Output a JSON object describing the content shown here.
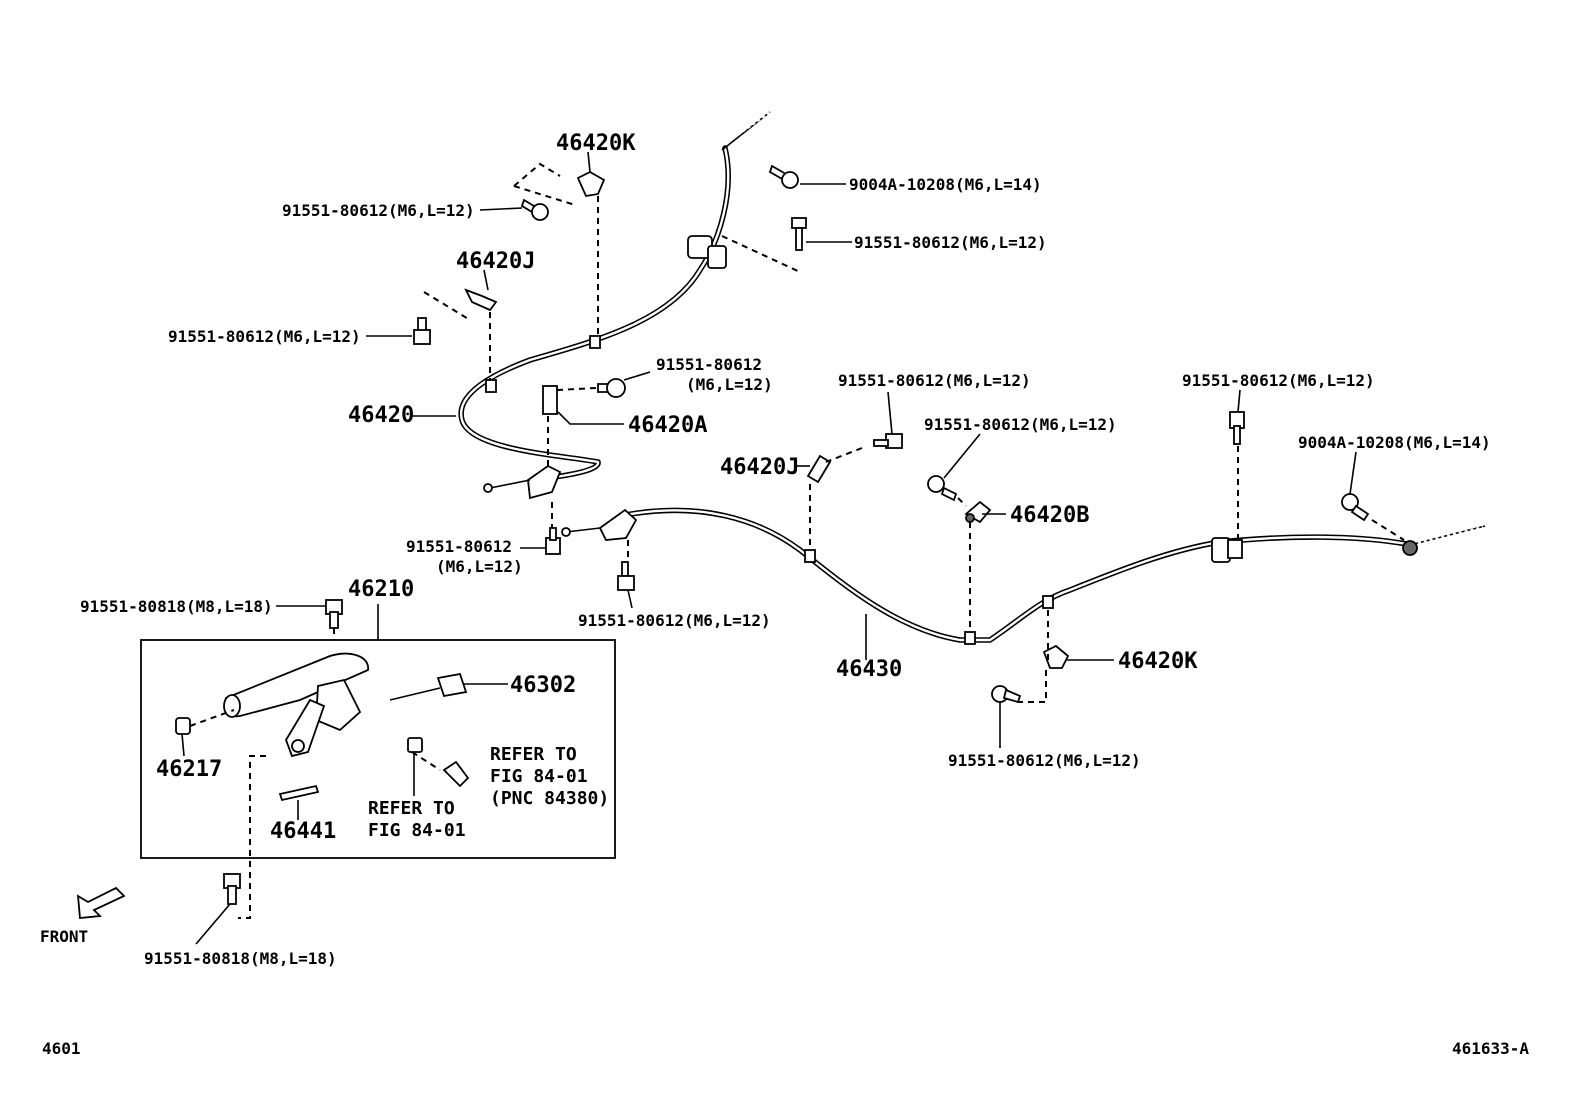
{
  "labels": {
    "p46420K_top": "46420K",
    "p9004A_top": "9004A-10208(M6,L=14)",
    "p91551_topleft": "91551-80612(M6,L=12)",
    "p91551_topright": "91551-80612(M6,L=12)",
    "p46420J_top": "46420J",
    "p91551_left": "91551-80612(M6,L=12)",
    "p91551_mid_line1": "91551-80612",
    "p91551_mid_line2": "(M6,L=12)",
    "p46420": "46420",
    "p46420A": "46420A",
    "p91551_center": "91551-80612(M6,L=12)",
    "p91551_center2": "91551-80612(M6,L=12)",
    "p46420J_mid": "46420J",
    "p46420B": "46420B",
    "p91551_right": "91551-80612(M6,L=12)",
    "p9004A_right": "9004A-10208(M6,L=14)",
    "p91551_low_line1": "91551-80612",
    "p91551_low_line2": "(M6,L=12)",
    "p91551_low2": "91551-80612(M6,L=12)",
    "p91551_80818_top": "91551-80818(M8,L=18)",
    "p46210": "46210",
    "p46302": "46302",
    "p46217": "46217",
    "p46441": "46441",
    "refer1_line1": "REFER TO",
    "refer1_line2": "FIG 84-01",
    "refer2_line1": "REFER TO",
    "refer2_line2": "FIG 84-01",
    "refer2_line3": "(PNC 84380)",
    "p46430": "46430",
    "p46420K_right": "46420K",
    "p91551_bottomright": "91551-80612(M6,L=12)",
    "p91551_80818_bottom": "91551-80818(M8,L=18)",
    "front": "FRONT",
    "page_code": "4601",
    "figure_code": "461633-A"
  },
  "colors": {
    "ink": "#000000",
    "paper": "#ffffff"
  }
}
